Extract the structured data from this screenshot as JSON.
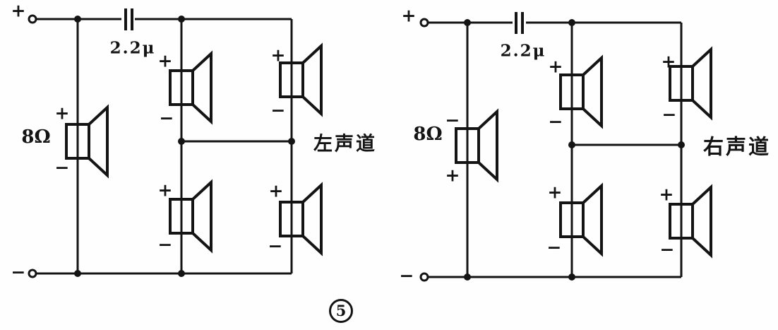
{
  "figure": {
    "number": "5"
  },
  "ink_color": "#141414",
  "background_color": "#fefefe",
  "circuits": [
    {
      "id": "left-channel",
      "channel_label": "左声道",
      "capacitor_value": "2.2μ",
      "impedance_label": "8Ω",
      "input_terminal_top_sign": "+",
      "input_terminal_bottom_sign": "−",
      "speakers": {
        "main_top_sign": "+",
        "main_bottom_sign": "−",
        "mid_top_top_sign": "+",
        "mid_top_bottom_sign": "−",
        "mid_bottom_top_sign": "+",
        "mid_bottom_bottom_sign": "−",
        "right_top_top_sign": "+",
        "right_top_bottom_sign": "−",
        "right_bottom_top_sign": "+",
        "right_bottom_bottom_sign": "−"
      }
    },
    {
      "id": "right-channel",
      "channel_label": "右声道",
      "capacitor_value": "2.2μ",
      "impedance_label": "8Ω",
      "input_terminal_top_sign": "+",
      "input_terminal_bottom_sign": "−",
      "speakers": {
        "main_top_sign": "−",
        "main_bottom_sign": "+",
        "mid_top_top_sign": "+",
        "mid_top_bottom_sign": "−",
        "mid_bottom_top_sign": "+",
        "mid_bottom_bottom_sign": "−",
        "right_top_top_sign": "+",
        "right_top_bottom_sign": "−",
        "right_bottom_top_sign": "+",
        "right_bottom_bottom_sign": "−"
      }
    }
  ]
}
